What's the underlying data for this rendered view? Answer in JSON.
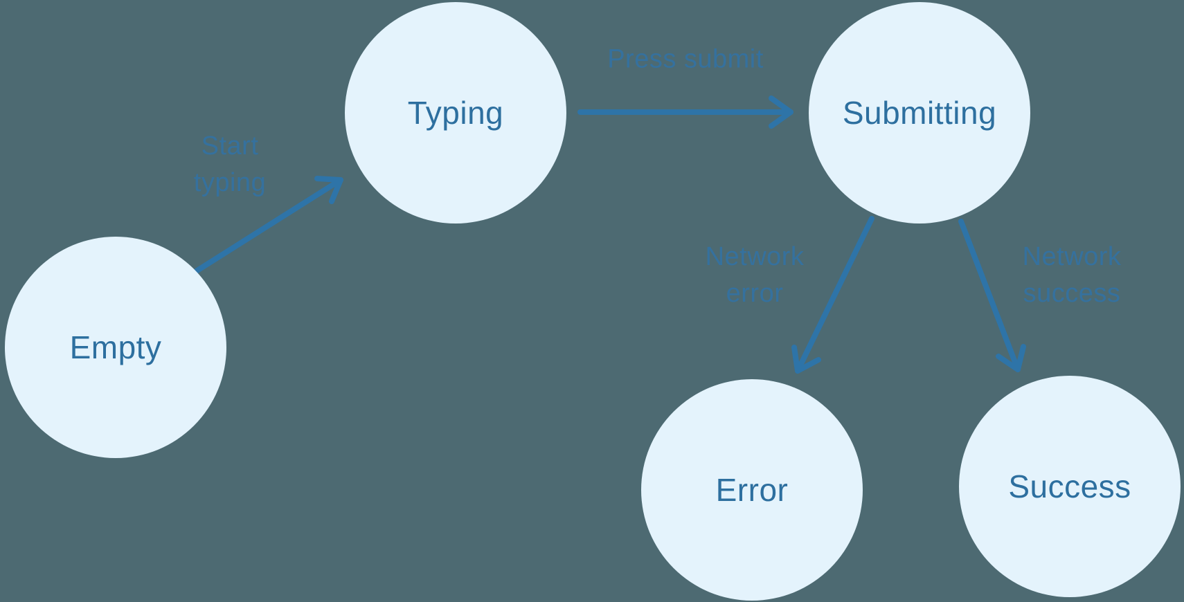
{
  "diagram": {
    "type": "state-machine",
    "colors": {
      "background": "#4d6a72",
      "node_fill": "#e4f3fc",
      "node_text": "#2d6f9f",
      "arrow": "#2e74a8",
      "edge_label_text": "#35719e"
    },
    "states": [
      {
        "id": "empty",
        "label": "Empty"
      },
      {
        "id": "typing",
        "label": "Typing"
      },
      {
        "id": "submitting",
        "label": "Submitting"
      },
      {
        "id": "error",
        "label": "Error"
      },
      {
        "id": "success",
        "label": "Success"
      }
    ],
    "transitions": [
      {
        "from": "Empty",
        "to": "Typing",
        "label": "Start typing",
        "lines": [
          "Start",
          "typing"
        ]
      },
      {
        "from": "Typing",
        "to": "Submitting",
        "label": "Press submit",
        "lines": [
          "Press submit"
        ]
      },
      {
        "from": "Submitting",
        "to": "Error",
        "label": "Network error",
        "lines": [
          "Network",
          "error"
        ]
      },
      {
        "from": "Submitting",
        "to": "Success",
        "label": "Network success",
        "lines": [
          "Network",
          "success"
        ]
      }
    ]
  }
}
